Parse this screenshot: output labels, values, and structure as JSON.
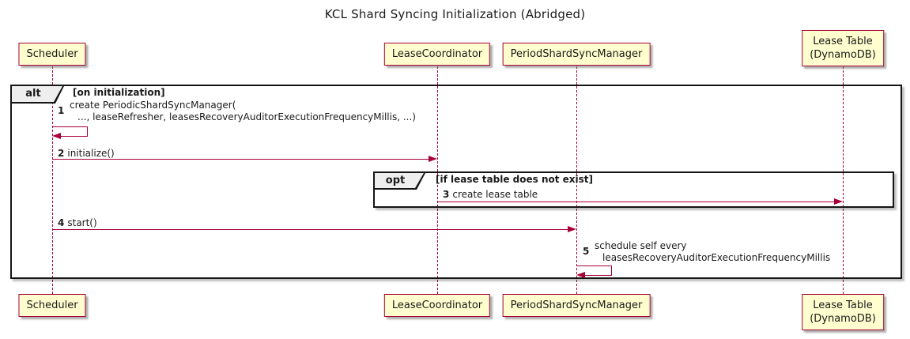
{
  "title": "KCL Shard Syncing Initialization (Abridged)",
  "colors": {
    "participant_fill": "#FEFECE",
    "participant_border": "#A80036",
    "arrow": "#A80036",
    "frame_border": "#151515",
    "pentagon_fill": "#EEEEEE"
  },
  "participants": [
    {
      "label": "Scheduler"
    },
    {
      "label": "LeaseCoordinator"
    },
    {
      "label": "PeriodShardSyncManager"
    },
    {
      "label": "Lease Table",
      "sublabel": "(DynamoDB)"
    }
  ],
  "frames": {
    "alt": {
      "operator": "alt",
      "condition": "[on initialization]"
    },
    "opt": {
      "operator": "opt",
      "condition": "[if lease table does not exist]"
    }
  },
  "messages": [
    {
      "num": "1",
      "line1": "create PeriodicShardSyncManager(",
      "line2": "..., leaseRefresher, leasesRecoveryAuditorExecutionFrequencyMillis, ...)"
    },
    {
      "num": "2",
      "text": "initialize()"
    },
    {
      "num": "3",
      "text": "create lease table"
    },
    {
      "num": "4",
      "text": "start()"
    },
    {
      "num": "5",
      "line1": "schedule self every",
      "line2": "leasesRecoveryAuditorExecutionFrequencyMillis"
    }
  ]
}
